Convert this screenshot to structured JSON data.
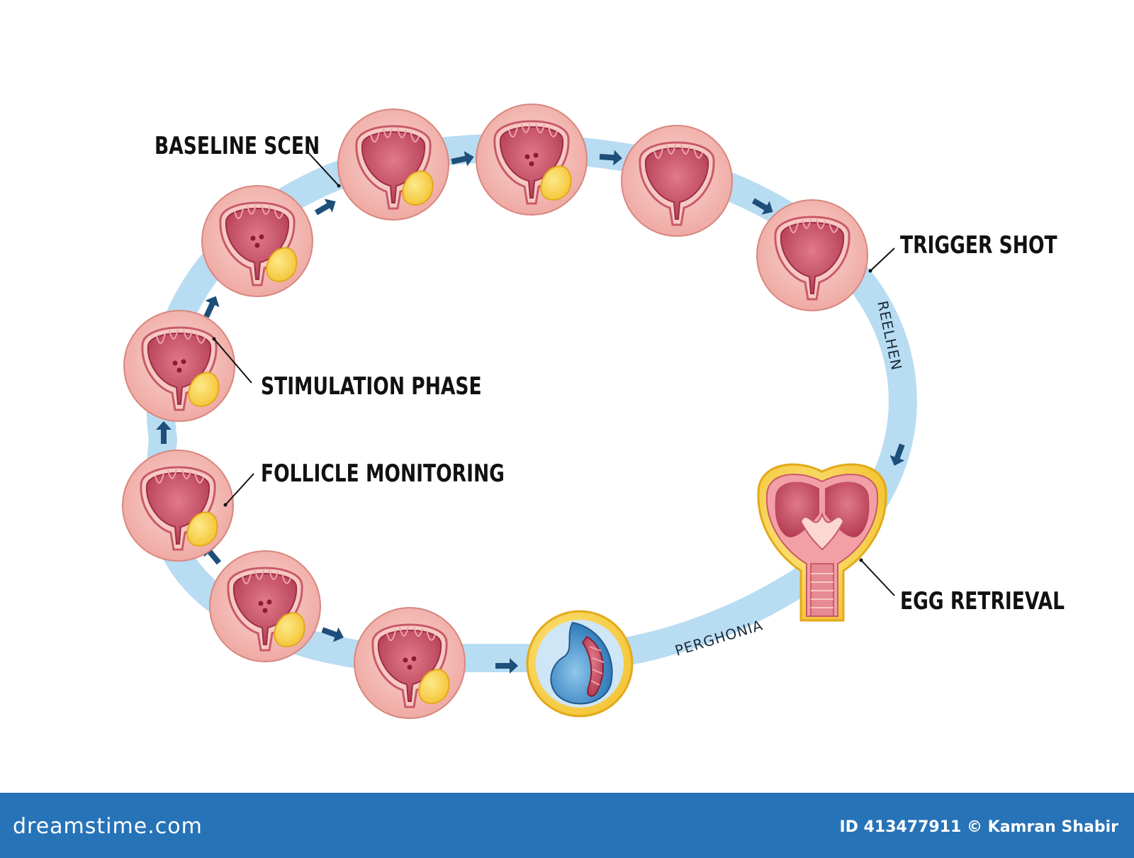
{
  "labels": {
    "baseline": "BASELINE SCEN",
    "stimulation": "STIMULATION PHASE",
    "follicle": "FOLLICLE MONITORING",
    "trigger": "TRIGGER SHOT",
    "egg": "EGG RETRIEVAL"
  },
  "path_labels": {
    "reelhen": "REELHEN",
    "perghonia": "PERGHONIA"
  },
  "footer": {
    "logo": "dreamstime.com",
    "credit": "ID 413477911 © Kamran Shabir"
  },
  "colors": {
    "path": "#b8dcf2",
    "arrow": "#1d4f7a",
    "ring": "#f2b6b0",
    "tissue": "#d0586b",
    "follicle": "#f7d54a",
    "footer": "#2773b8"
  }
}
